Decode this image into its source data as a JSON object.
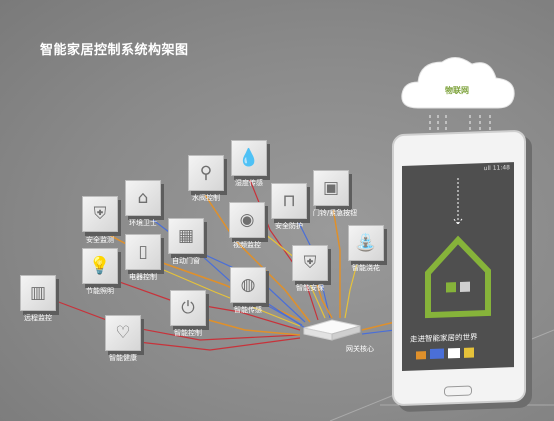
{
  "title": "智能家居控制系统构架图",
  "cloud": {
    "label": "物联网"
  },
  "hub": {
    "label": "网关核心"
  },
  "phone": {
    "status": "ull 11:48",
    "tagline": "走进智能家居的世界"
  },
  "modules": [
    {
      "label": "安全监测",
      "icon": "shield-icon",
      "glyph": "⛨"
    },
    {
      "label": "环境卫士",
      "icon": "house-icon",
      "glyph": "⌂"
    },
    {
      "label": "水阀控制",
      "icon": "faucet-icon",
      "glyph": "⚲"
    },
    {
      "label": "湿度传感",
      "icon": "water-drop-icon",
      "glyph": "💧"
    },
    {
      "label": "视频监控",
      "icon": "camera-icon",
      "glyph": "◉"
    },
    {
      "label": "安全防护",
      "icon": "gate-icon",
      "glyph": "⊓"
    },
    {
      "label": "门铃/紧急按钮",
      "icon": "button-icon",
      "glyph": "▣"
    },
    {
      "label": "节能照明",
      "icon": "bulb-icon",
      "glyph": "💡"
    },
    {
      "label": "电器控制",
      "icon": "fridge-icon",
      "glyph": "▯"
    },
    {
      "label": "自动门窗",
      "icon": "window-icon",
      "glyph": "▦"
    },
    {
      "label": "智能安保",
      "icon": "shield-icon",
      "glyph": "⛨"
    },
    {
      "label": "智能浇花",
      "icon": "watering-can-icon",
      "glyph": "⛲"
    },
    {
      "label": "远程监控",
      "icon": "chart-icon",
      "glyph": "▥"
    },
    {
      "label": "智能传感",
      "icon": "sensor-icon",
      "glyph": "◍"
    },
    {
      "label": "智能控制",
      "icon": "switch-icon",
      "glyph": "⏻"
    },
    {
      "label": "智能健康",
      "icon": "heart-icon",
      "glyph": "♡"
    }
  ],
  "colors": {
    "wire_orange": "#e0902a",
    "wire_blue": "#4a6fd8",
    "wire_red": "#c8323a",
    "wire_yellow": "#e6c23a",
    "accent_green": "#86b33a"
  }
}
